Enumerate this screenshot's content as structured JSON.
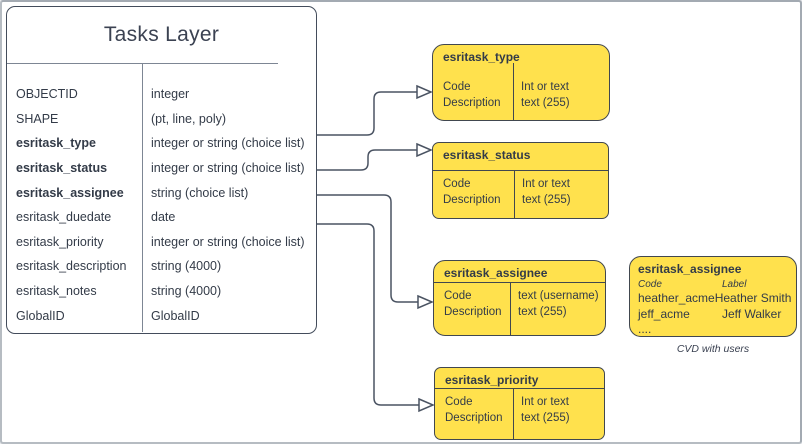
{
  "tasks_layer": {
    "title": "Tasks Layer",
    "fields": [
      {
        "name": "OBJECTID",
        "type": "integer",
        "bold": false
      },
      {
        "name": "SHAPE",
        "type": "(pt, line, poly)",
        "bold": false
      },
      {
        "name": "esritask_type",
        "type": "integer or string (choice list)",
        "bold": true
      },
      {
        "name": "esritask_status",
        "type": "integer or string (choice list)",
        "bold": true
      },
      {
        "name": "esritask_assignee",
        "type": "string (choice list)",
        "bold": true
      },
      {
        "name": "esritask_duedate",
        "type": "date",
        "bold": false
      },
      {
        "name": "esritask_priority",
        "type": "integer or string (choice list)",
        "bold": false
      },
      {
        "name": "esritask_description",
        "type": "string (4000)",
        "bold": false
      },
      {
        "name": "esritask_notes",
        "type": "string (4000)",
        "bold": false
      },
      {
        "name": "GlobalID",
        "type": "GlobalID",
        "bold": false
      }
    ]
  },
  "domains": [
    {
      "title": "esritask_type",
      "left": [
        "Code",
        "Description"
      ],
      "right": [
        "Int or text",
        "text (255)"
      ]
    },
    {
      "title": "esritask_status",
      "left": [
        "Code",
        "Description"
      ],
      "right": [
        "Int or text",
        "text (255)"
      ]
    },
    {
      "title": "esritask_assignee",
      "left": [
        "Code",
        "Description"
      ],
      "right": [
        "text (username)",
        "text (255)"
      ]
    },
    {
      "title": "esritask_priority",
      "left": [
        "Code",
        "Description"
      ],
      "right": [
        "Int or text",
        "text (255)"
      ]
    }
  ],
  "cvd": {
    "title": "esritask_assignee",
    "col_headers": [
      "Code",
      "Label"
    ],
    "rows": [
      [
        "heather_acme",
        "Heather Smith"
      ],
      [
        "jeff_acme",
        "Jeff Walker"
      ],
      [
        "....",
        ""
      ]
    ],
    "caption": "CVD with users"
  },
  "colors": {
    "domain_fill": "#ffe14d",
    "domain_border": "#41474f",
    "entity_border": "#434c5b",
    "connector": "#4a5362",
    "text": "#333b48"
  }
}
